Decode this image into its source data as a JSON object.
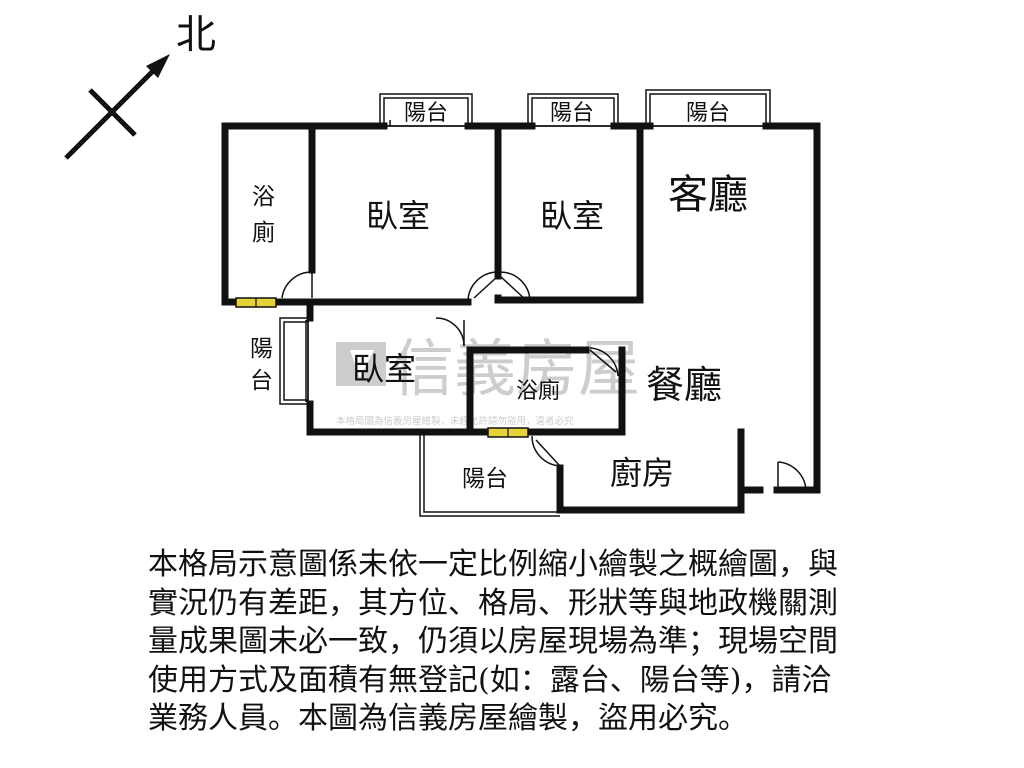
{
  "compass": {
    "north_label": "北"
  },
  "rooms": {
    "bath_left": [
      "浴",
      "廁"
    ],
    "bedroom_1": "臥室",
    "bedroom_2": "臥室",
    "living_room": "客廳",
    "balcony_left": [
      "陽",
      "台"
    ],
    "bedroom_3": "臥室",
    "bath_center": "浴廁",
    "dining_room": "餐廳",
    "kitchen": "廚房",
    "balcony_bottom": "陽台",
    "balcony_top_1": "陽台",
    "balcony_top_2": "陽台",
    "balcony_top_3": "陽台"
  },
  "watermark": {
    "brand": "信義房屋",
    "notice": "本格局圖為信義房屋繪製，未經允許請勿盜用，違者必究"
  },
  "disclaimer": "本格局示意圖係未依一定比例縮小繪製之概繪圖，與\n實況仍有差距，其方位、格局、形狀等與地政機關測\n量成果圖未必一致，仍須以房屋現場為準；現場空間\n使用方式及面積有無登記(如：露台、陽台等)，請洽\n業務人員。本圖為信義房屋繪製，盜用必究。",
  "colors": {
    "wall": "#111111",
    "window_fill": "#e8d23a",
    "watermark": "#c8c8c8"
  }
}
